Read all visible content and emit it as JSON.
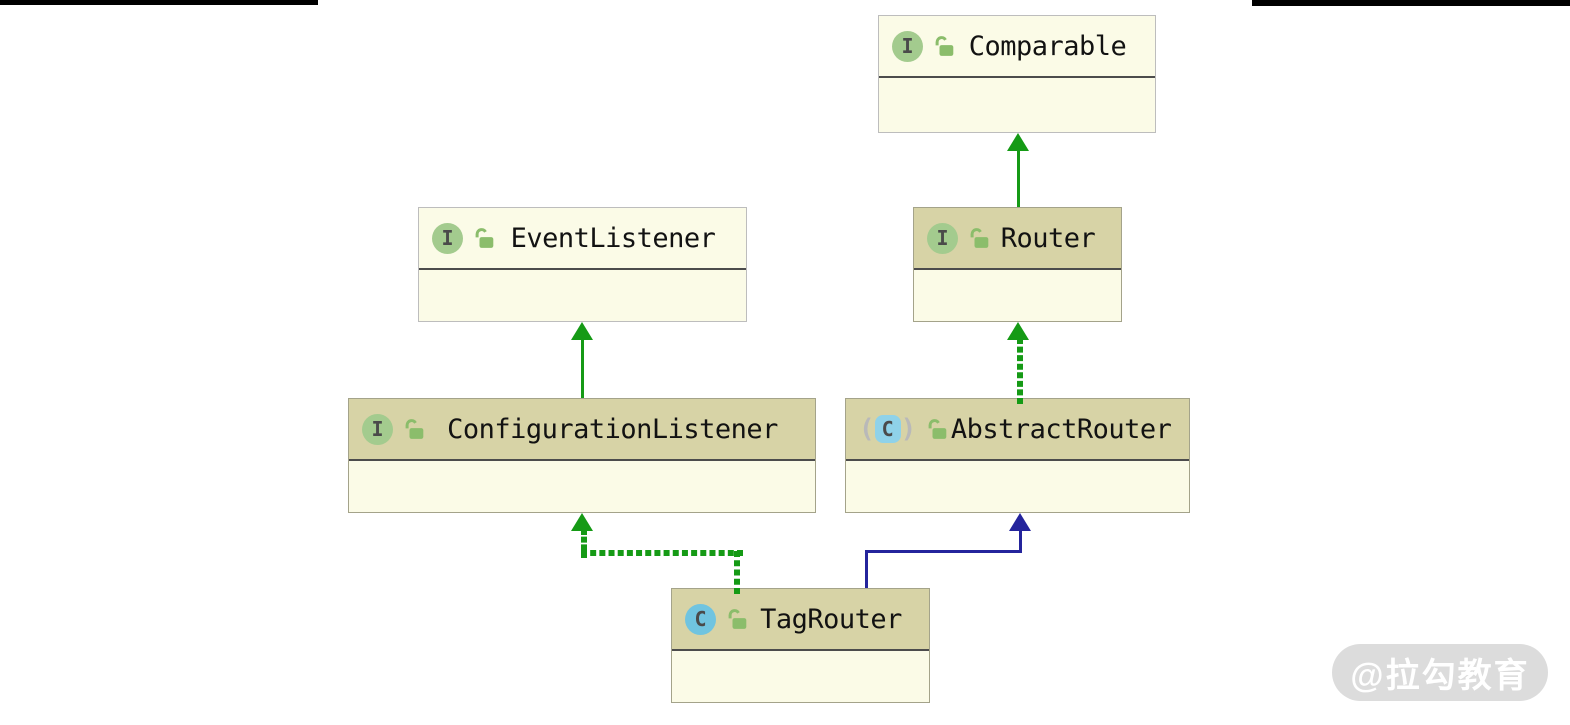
{
  "diagram": {
    "nodes": [
      {
        "name": "Comparable",
        "kind": "interface",
        "access": "unlocked",
        "highlighted": false
      },
      {
        "name": "EventListener",
        "kind": "interface",
        "access": "unlocked",
        "highlighted": false
      },
      {
        "name": "Router",
        "kind": "interface",
        "access": "unlocked",
        "highlighted": true
      },
      {
        "name": "ConfigurationListener",
        "kind": "interface",
        "access": "unlocked",
        "highlighted": true
      },
      {
        "name": "AbstractRouter",
        "kind": "abstract_class",
        "access": "unlocked",
        "highlighted": true
      },
      {
        "name": "TagRouter",
        "kind": "class",
        "access": "unlocked",
        "highlighted": true
      }
    ],
    "edges": [
      {
        "from": "Router",
        "to": "Comparable",
        "relation": "extends",
        "line": "solid",
        "color": "#159a15"
      },
      {
        "from": "ConfigurationListener",
        "to": "EventListener",
        "relation": "extends",
        "line": "solid",
        "color": "#159a15"
      },
      {
        "from": "AbstractRouter",
        "to": "Router",
        "relation": "implements",
        "line": "dashed",
        "color": "#159a15"
      },
      {
        "from": "TagRouter",
        "to": "ConfigurationListener",
        "relation": "implements",
        "line": "dashed",
        "color": "#159a15"
      },
      {
        "from": "TagRouter",
        "to": "AbstractRouter",
        "relation": "extends",
        "line": "solid",
        "color": "#24249c"
      }
    ],
    "icons": {
      "interface_letter": "I",
      "class_letter": "C",
      "abstract_paren_left": "(",
      "abstract_paren_right": ")"
    },
    "colors": {
      "node_body": "#fbfbe7",
      "node_header_highlight": "#d7d3a6",
      "divider": "#4c4c4c",
      "edge_green": "#159a15",
      "edge_navy": "#24249c",
      "interface_icon_bg": "#a3cb8e",
      "class_icon_bg": "#70c4e0",
      "lock_icon": "#8bbd6b"
    }
  },
  "watermark": {
    "text": "@拉勾教育"
  }
}
